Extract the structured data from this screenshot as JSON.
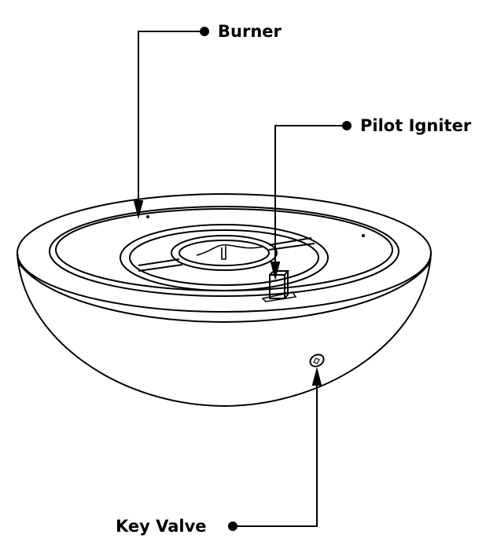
{
  "title": "Fire bowl components diagram",
  "labels": {
    "burner": "Burner",
    "pilot_igniter": "Pilot Igniter",
    "key_valve": "Key Valve"
  },
  "colors": {
    "line": "#000000",
    "background": "#ffffff"
  }
}
